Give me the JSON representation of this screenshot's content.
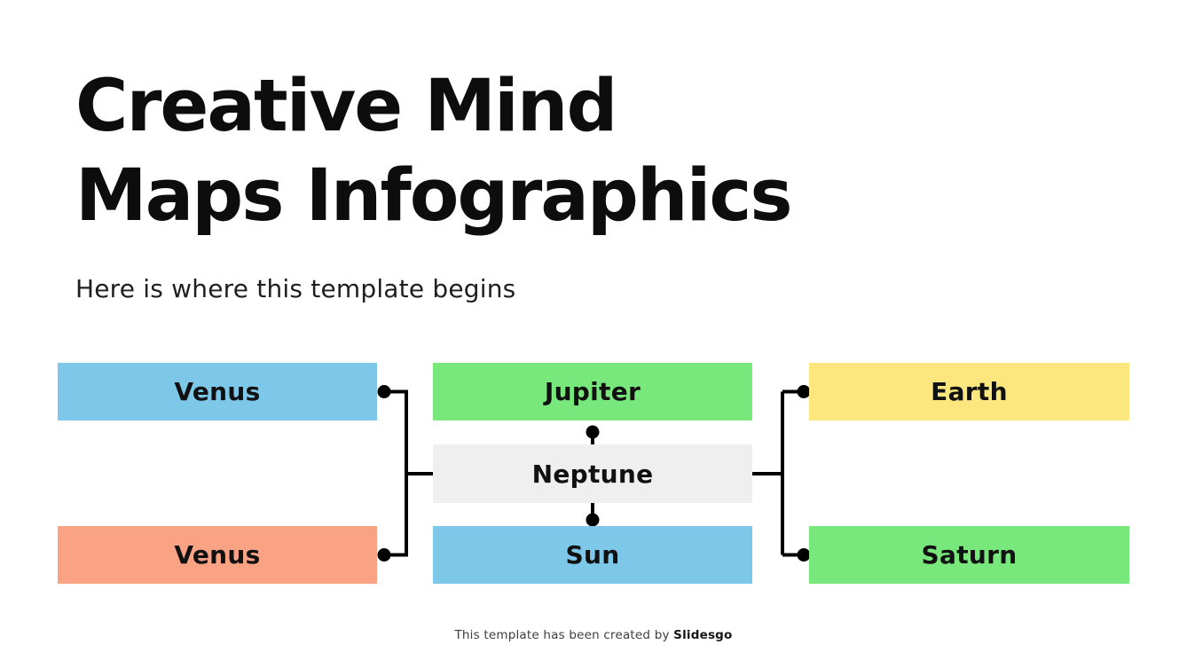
{
  "slide": {
    "title_line1": "Creative Mind",
    "title_line2": "Maps Infographics",
    "subtitle": "Here is where this template begins",
    "background_color": "#FFFFFF"
  },
  "mindmap": {
    "center_node": {
      "label": "Neptune",
      "color": "#EFEFEF"
    },
    "venus_top": {
      "label": "Venus",
      "color": "#7DC7E8"
    },
    "jupiter": {
      "label": "Jupiter",
      "color": "#78E87C"
    },
    "earth": {
      "label": "Earth",
      "color": "#FBE77E"
    },
    "venus_bottom": {
      "label": "Venus",
      "color": "#F9A284"
    },
    "sun": {
      "label": "Sun",
      "color": "#7DC7E8"
    },
    "saturn": {
      "label": "Saturn",
      "color": "#78E87C"
    },
    "connector_color": "#000000",
    "label_color": "#111111"
  },
  "footer": {
    "prefix": "This template has been created by ",
    "brand": "Slidesgo"
  }
}
